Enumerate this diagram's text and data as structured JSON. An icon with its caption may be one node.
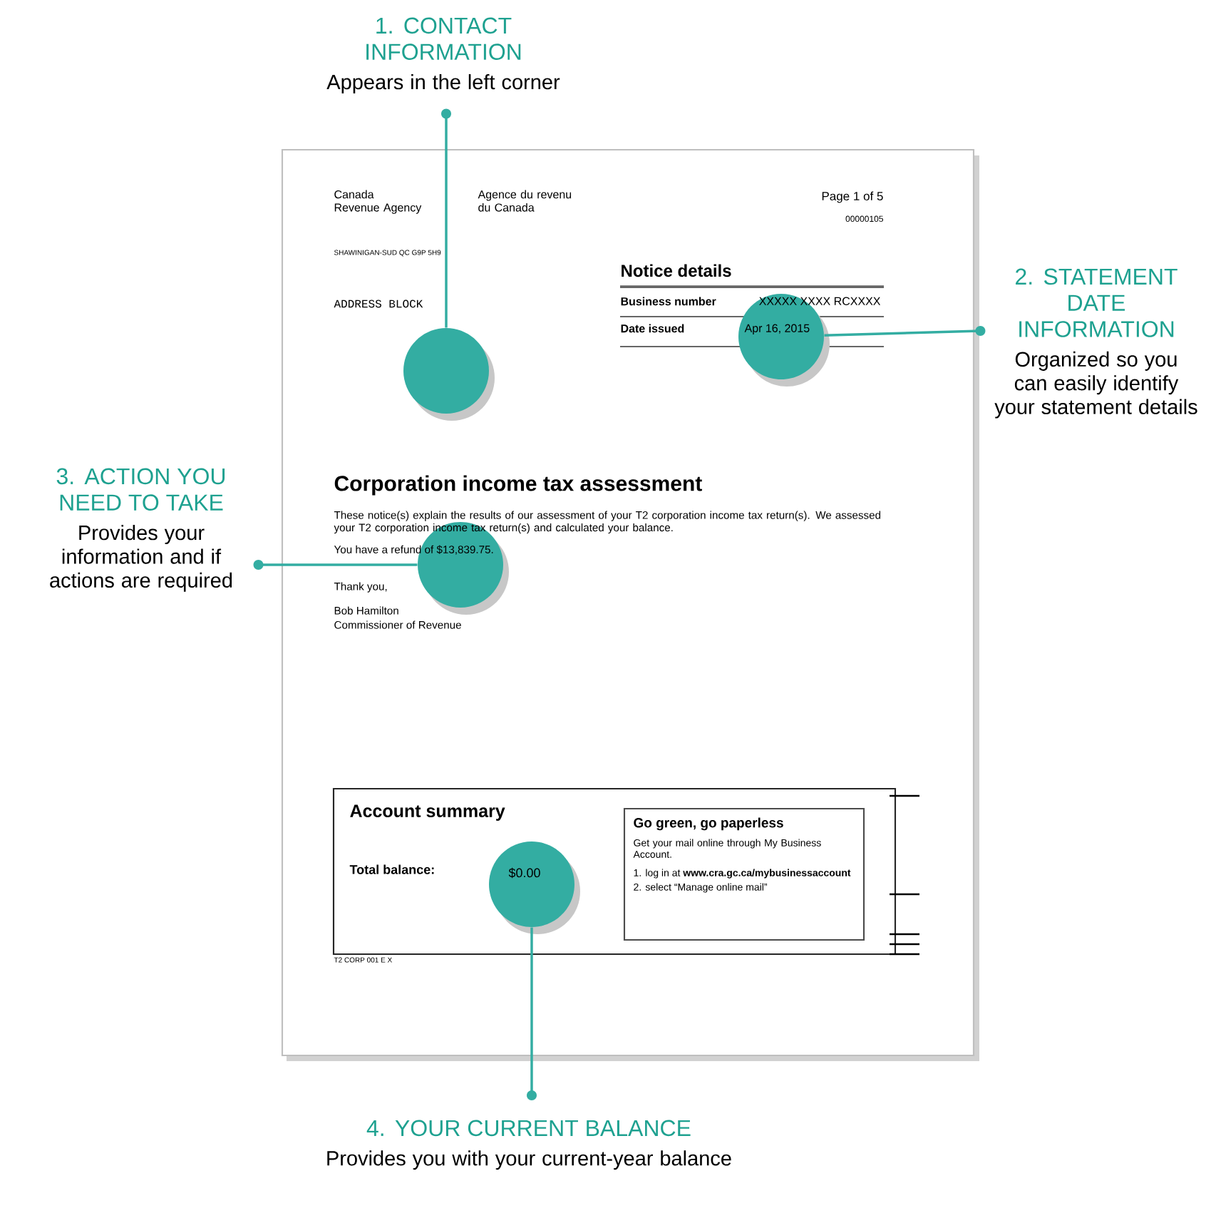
{
  "diagram": {
    "nodes": [
      {
        "text": [
          "1. CONTACT INFORMATION",
          "Appears in the left corner"
        ]
      },
      {
        "text": [
          "2. STATEMENT DATE INFORMATION",
          "Organized so you can easily identify your statement details"
        ]
      },
      {
        "text": [
          "3. ACTION YOU NEED TO TAKE",
          "Provides your information and if actions are required"
        ]
      },
      {
        "text": [
          "4. YOUR CURRENT BALANCE",
          "Provides you with your current-year balance"
        ]
      },
      {
        "text": [],
        "shape": "circle"
      },
      {
        "text": [],
        "shape": "circle"
      },
      {
        "text": [],
        "shape": "circle"
      },
      {
        "text": [],
        "shape": "circle"
      }
    ],
    "edges": [
      {
        "from": 0,
        "to": 4,
        "arrow": "other"
      },
      {
        "from": 1,
        "to": 5,
        "arrow": "other"
      },
      {
        "from": 2,
        "to": 6,
        "arrow": "other"
      },
      {
        "from": 3,
        "to": 7,
        "arrow": "other"
      }
    ],
    "labels": [
      "Canada Revenue Agency",
      "Agence du revenu du Canada",
      "Page 1 of 5",
      "00000105",
      "SHAWINIGAN-SUD QC G9P 5H9",
      "Notice details",
      "ADDRESS BLOCK",
      "Business number",
      "XXXXX XXXX RCXXXX",
      "Date issued",
      "Apr 16, 2015",
      "Corporation income tax assessment",
      "These notice(s) explain the results of our assessment of your T2 corporation income tax return(s). We assessed your T2 corporation income tax return(s) and calculated your balance.",
      "You have a refund of $13,839.75.",
      "Thank you,",
      "Bob Hamilton",
      "Commissioner of Revenue",
      "Account summary",
      "Total balance:",
      "$0.00",
      "Go green, go paperless",
      "Get your mail online through My Business Account.",
      "1. log in at **www.cra.gc.ca/mybusinessaccount**",
      "2. select “Manage online mail”",
      "T2 CORP 001 E X"
    ]
  }
}
